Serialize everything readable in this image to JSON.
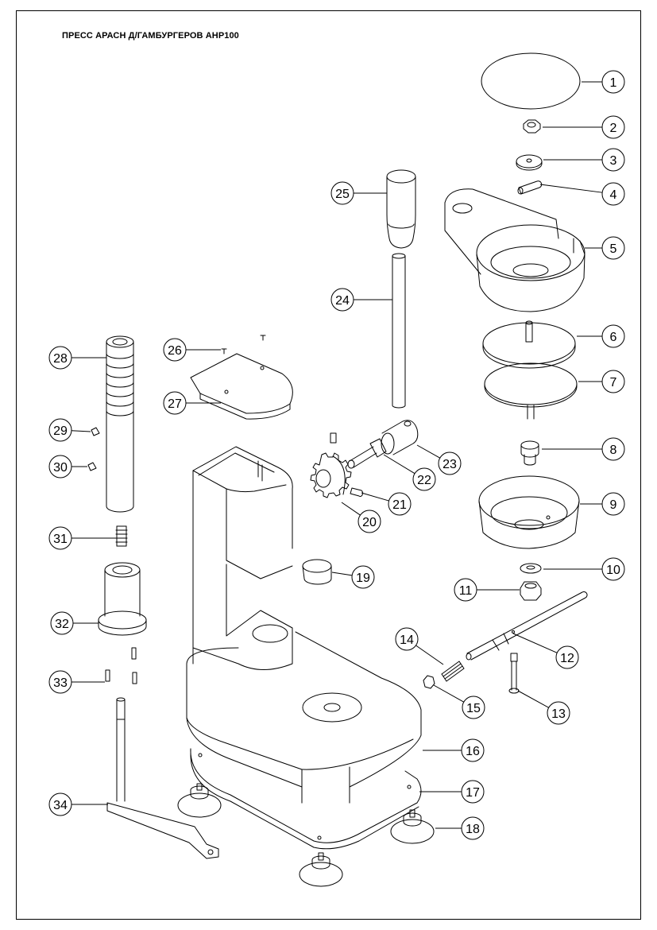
{
  "title": "ПРЕСС АРАСН Д/ГАМБУРГЕРОВ АНР100",
  "callouts": [
    "1",
    "2",
    "3",
    "4",
    "5",
    "6",
    "7",
    "8",
    "9",
    "10",
    "11",
    "12",
    "13",
    "14",
    "15",
    "16",
    "17",
    "18",
    "19",
    "20",
    "21",
    "22",
    "23",
    "24",
    "25",
    "26",
    "27",
    "28",
    "29",
    "30",
    "31",
    "32",
    "33",
    "34"
  ],
  "colors": {
    "line": "#000000",
    "paper": "#ffffff"
  }
}
